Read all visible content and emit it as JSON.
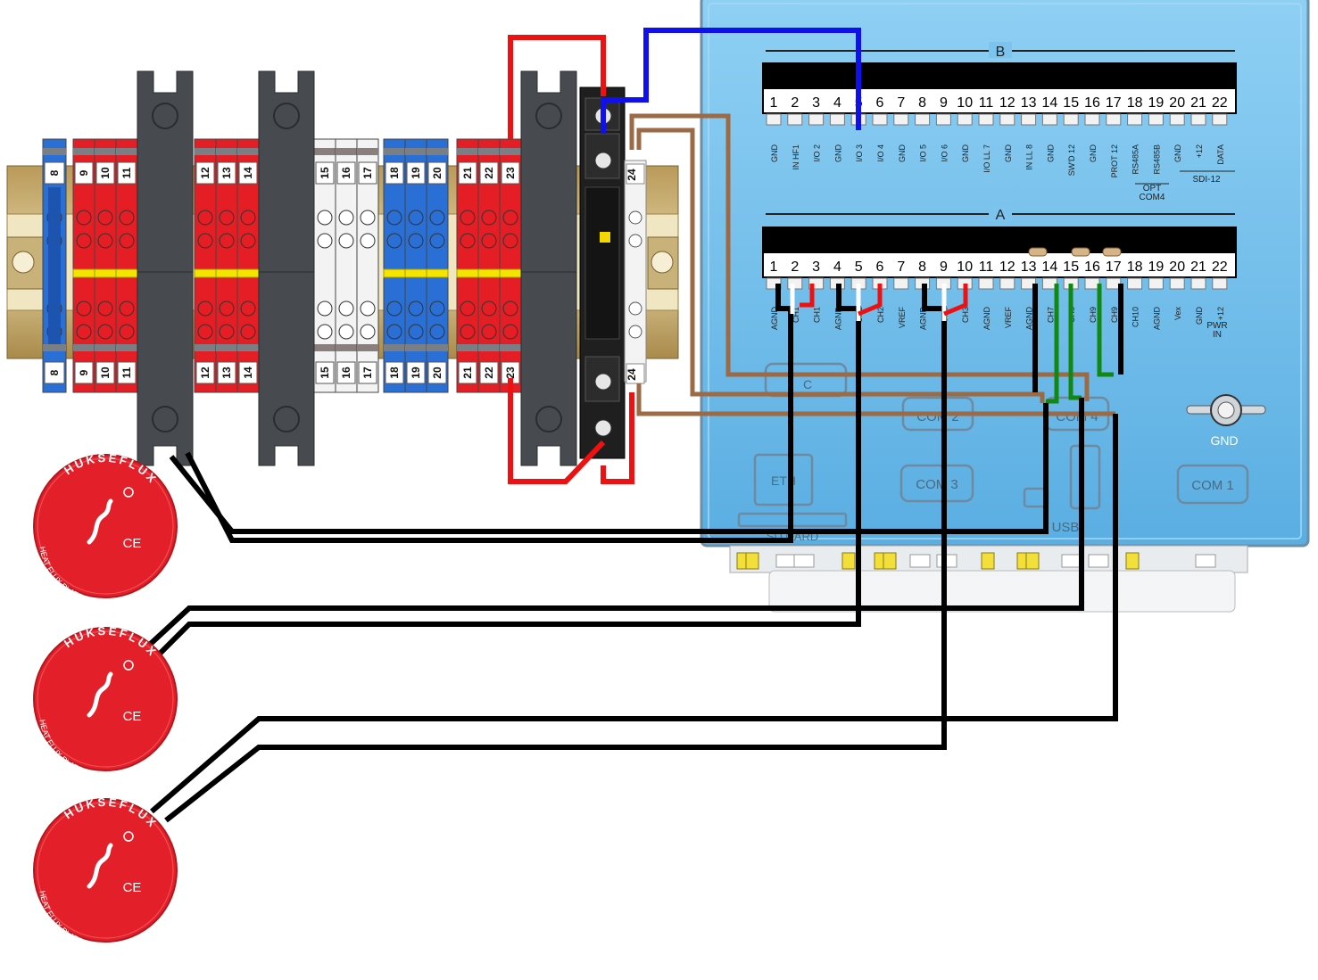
{
  "colors": {
    "wire_red": "#ee1111",
    "wire_blue": "#1010ee",
    "wire_brown": "#9c6a45",
    "wire_black": "#000000",
    "wire_green": "#118811",
    "wire_white": "#ffffff",
    "plate_red": "#e3202a",
    "terminal_red": "#e41e24",
    "terminal_blue": "#2a6fd6",
    "terminal_white": "#f3f3f3",
    "separator_grey": "#474b4f",
    "logger_blue": "#7cc4ee",
    "header_black": "#000000"
  },
  "terminal_strip": {
    "blue_a": [
      "8"
    ],
    "red_a": [
      "9",
      "10",
      "11"
    ],
    "red_b": [
      "12",
      "13",
      "14"
    ],
    "white": [
      "15",
      "16",
      "17"
    ],
    "blue_b": [
      "18",
      "19",
      "20"
    ],
    "red_c": [
      "21",
      "22",
      "23"
    ],
    "shunt": [
      "24"
    ]
  },
  "logger": {
    "row_b": {
      "title": "B",
      "pins": [
        "1",
        "2",
        "3",
        "4",
        "5",
        "6",
        "7",
        "8",
        "9",
        "10",
        "11",
        "12",
        "13",
        "14",
        "15",
        "16",
        "17",
        "18",
        "19",
        "20",
        "21",
        "22"
      ],
      "labels": [
        "GND",
        "IN HF1",
        "I/O 2",
        "GND",
        "I/O 3",
        "I/O 4",
        "GND",
        "I/O 5",
        "I/O 6",
        "GND",
        "I/O LL 7",
        "GND",
        "IN LL 8",
        "GND",
        "SW'D 12",
        "GND",
        "PROT 12",
        "RS485A",
        "RS485B",
        "GND",
        "+12",
        "DATA"
      ],
      "group_opt": "OPT",
      "group_com4": "COM4",
      "group_sdi": "SDI-12"
    },
    "row_a": {
      "title": "A",
      "pins": [
        "1",
        "2",
        "3",
        "4",
        "5",
        "6",
        "7",
        "8",
        "9",
        "10",
        "11",
        "12",
        "13",
        "14",
        "15",
        "16",
        "17",
        "18",
        "19",
        "20",
        "21",
        "22"
      ],
      "labels": [
        "AGND",
        "CH1",
        "CH1",
        "AGND",
        "CH2",
        "CH2",
        "VREF",
        "AGND",
        "CH3",
        "CH3",
        "AGND",
        "VREF",
        "AGND",
        "CH7",
        "CH8",
        "CH9",
        "CH9",
        "CH10",
        "AGND",
        "Vex",
        "GND",
        "+12"
      ],
      "group_pwr": "PWR",
      "group_in": "IN"
    },
    "ports": {
      "gnd": "GND",
      "com1": "COM 1",
      "com2": "COM 2",
      "com3": "COM 3",
      "com4": "COM 4",
      "eth": "ETH",
      "usb": "USB",
      "sd": "SD CARD"
    }
  },
  "sensors": [
    {
      "brand": "HUKSEFLUX",
      "label": "HEAT FLUX PLATE",
      "mark": "CE"
    },
    {
      "brand": "HUKSEFLUX",
      "label": "HEAT FLUX PLATE",
      "mark": "CE"
    },
    {
      "brand": "HUKSEFLUX",
      "label": "HEAT FLUX PLATE",
      "mark": "CE"
    }
  ]
}
